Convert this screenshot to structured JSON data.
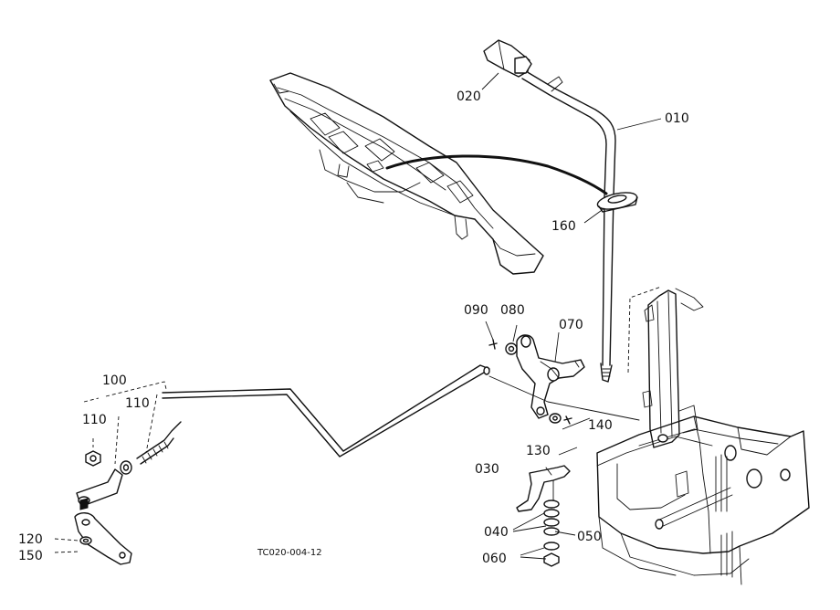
{
  "parts": {
    "p010": "010",
    "p020": "020",
    "p030": "030",
    "p040": "040",
    "p050": "050",
    "p060": "060",
    "p070": "070",
    "p080": "080",
    "p090": "090",
    "p100": "100",
    "p110a": "110",
    "p110b": "110",
    "p120": "120",
    "p130": "130",
    "p140": "140",
    "p150": "150",
    "p160": "160"
  },
  "figure_code": "TC020-004-12"
}
